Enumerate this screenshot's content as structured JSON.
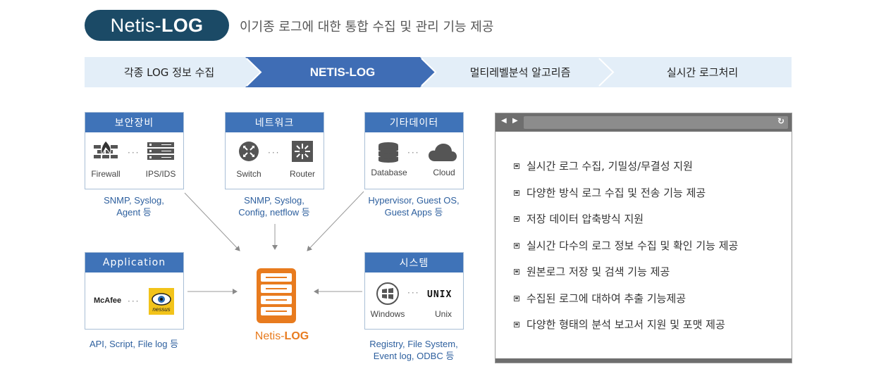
{
  "header": {
    "brand_prefix": "Netis-",
    "brand_bold": "LOG",
    "subtitle": "이기종 로그에 대한 통합 수집 및 관리 기능 제공"
  },
  "steps": [
    {
      "label": "각종 LOG 정보 수집",
      "active": false
    },
    {
      "label": "NETIS-LOG",
      "active": true
    },
    {
      "label": "멀티레벨분석 알고리즘",
      "active": false
    },
    {
      "label": "실시간 로그처리",
      "active": false
    }
  ],
  "sources": {
    "security": {
      "title": "보안장비",
      "icons": [
        "Firewall",
        "IPS/IDS"
      ],
      "desc": [
        "SNMP, Syslog,",
        "Agent 등"
      ]
    },
    "network": {
      "title": "네트워크",
      "icons": [
        "Switch",
        "Router"
      ],
      "desc": [
        "SNMP, Syslog,",
        "Config, netflow 등"
      ]
    },
    "other_data": {
      "title": "기타데이터",
      "icons": [
        "Database",
        "Cloud"
      ],
      "desc": [
        "Hypervisor, Guest OS,",
        "Guest Apps 등"
      ]
    },
    "application": {
      "title": "Application",
      "icons": [
        "McAfee",
        "nessus"
      ],
      "desc": [
        "API, Script, File log 등"
      ]
    },
    "system": {
      "title": "시스템",
      "icons": [
        "Windows",
        "Unix"
      ],
      "unix_logo": "UNIX",
      "desc": [
        "Registry, File System,",
        "Event log, ODBC 등"
      ]
    }
  },
  "center": {
    "label_prefix": "Netis-",
    "label_bold": "LOG"
  },
  "features": [
    "실시간 로그 수집, 기밀성/무결성 지원",
    "다양한 방식 로그 수집 및 전송 기능 제공",
    "저장 데이터 압축방식 지원",
    "실시간 다수의 로그 정보 수집 및 확인 기능 제공",
    "원본로그 저장 및 검색 기능 제공",
    "수집된 로그에 대하여 추출 기능제공",
    "다양한 형태의 분석 보고서 지원 및 포맷 제공"
  ],
  "colors": {
    "accent_blue": "#3f73b8",
    "dark_blue": "#1b4a66",
    "light_step": "#e3eef8",
    "orange": "#e87b1e"
  }
}
